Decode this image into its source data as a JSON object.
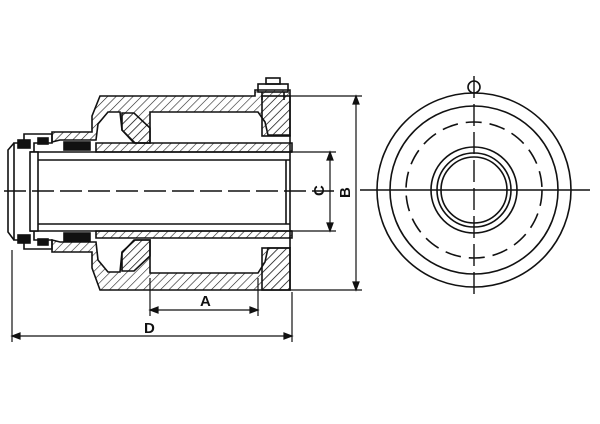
{
  "drawing": {
    "colors": {
      "background": "#ffffff",
      "line": "#111111",
      "hatch": "#222222"
    },
    "dimensions": {
      "A": "A",
      "B": "B",
      "C": "C",
      "D": "D"
    }
  }
}
